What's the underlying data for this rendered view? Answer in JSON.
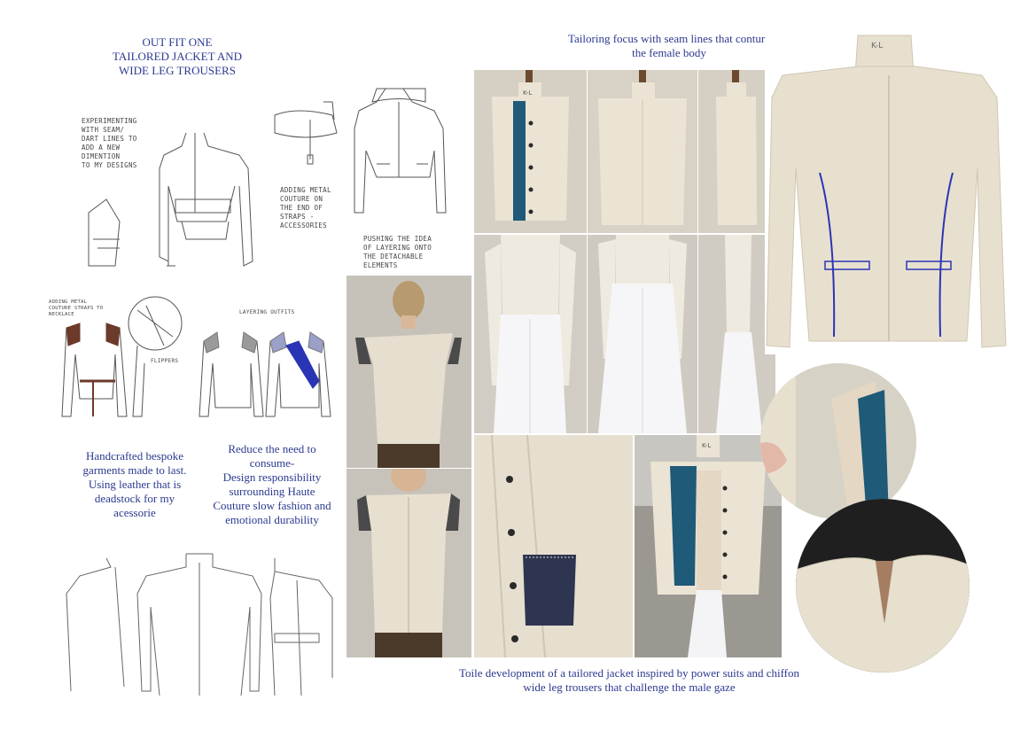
{
  "outfit_title": [
    "OUT FIT ONE",
    "TAILORED JACKET AND",
    "WIDE LEG TROUSERS"
  ],
  "tailoring_caption": [
    "Tailoring focus with seam lines that conture",
    "the female body"
  ],
  "handcrafted_caption": [
    "Handcrafted bespoke",
    "garments made to last.",
    "Using leather that is",
    "deadstock for my",
    "acessorie"
  ],
  "reduce_caption": [
    "Reduce the need to",
    "consume-",
    "Design responsibility",
    "surrounding Haute",
    "Couture slow fashion and",
    "emotional durability"
  ],
  "toile_caption": [
    "Toile development of a tailored jacket inspired by power suits and chiffon",
    "wide leg trousers that challenge the male gaze"
  ],
  "sketch_notes": {
    "seam": [
      "Experimenting",
      "with seam/",
      "dart lines to",
      "add a new",
      "dimention",
      "to my designs"
    ],
    "metal": [
      "Adding metal",
      "couture on",
      "the end of",
      "straps -",
      "accessories"
    ],
    "layering": [
      "Pushing the idea",
      "of layering onto",
      "the detachable",
      "elements"
    ],
    "small_metal": [
      "Adding metal",
      "couture straps to",
      "necklace"
    ],
    "layering_outfits": "Layering outfits",
    "flippers": "Flippers"
  },
  "mannequin_label": "K-L",
  "colors": {
    "caption_blue": "#2b3a8f",
    "fabric": "#e8e0cf",
    "fabric_shadow": "#cfc6b2",
    "teal_lining": "#1f5a78",
    "leather_brown": "#6b3a2a",
    "seam_blue": "#2a35b5",
    "denim": "#2d3550"
  }
}
